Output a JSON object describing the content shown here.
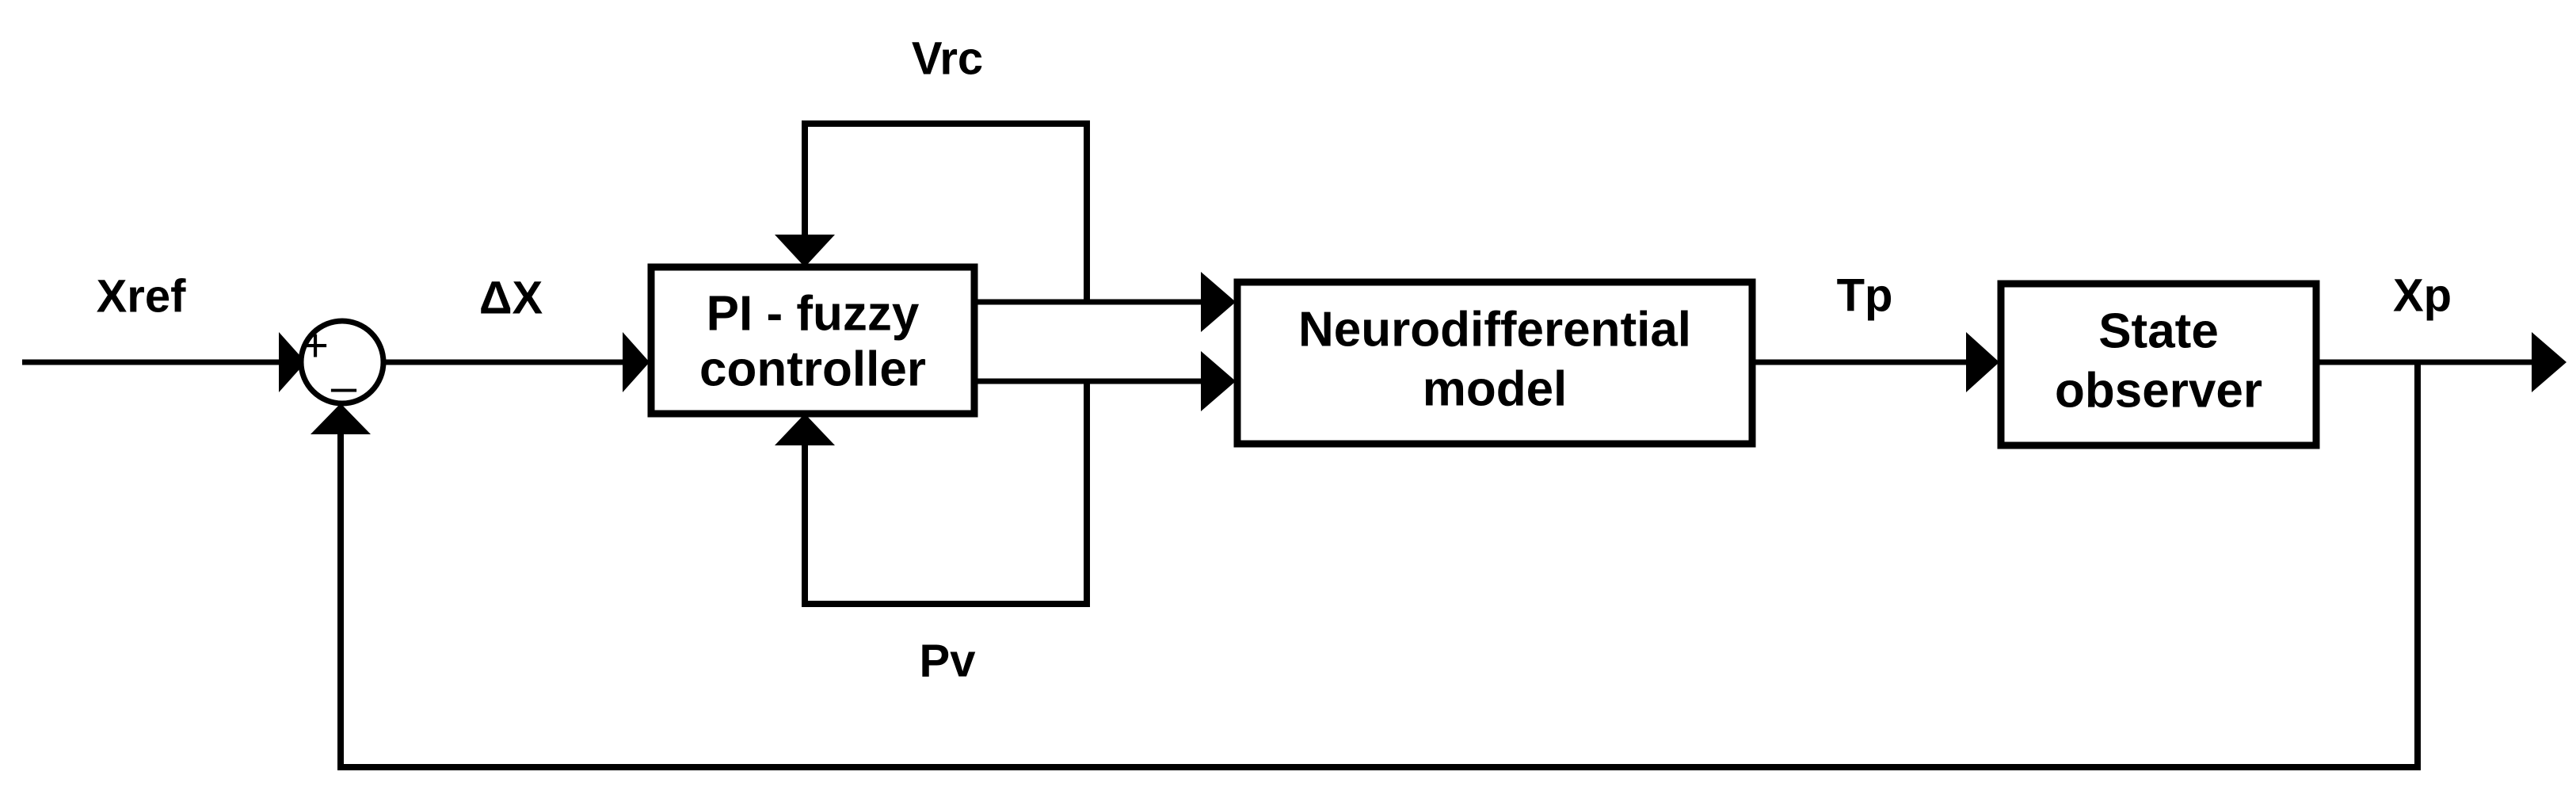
{
  "diagram": {
    "title": "Control system block diagram",
    "type": "block-diagram",
    "background_color": "#ffffff",
    "line_color": "#000000",
    "blocks": [
      {
        "id": "pi-fuzzy-controller",
        "line1": "PI - fuzzy",
        "line2": "controller"
      },
      {
        "id": "neurodifferential-model",
        "line1": "Neurodifferential",
        "line2": "model"
      },
      {
        "id": "state-observer",
        "line1": "State",
        "line2": "observer"
      }
    ],
    "summing_junction": {
      "id": "summing-junction",
      "plus": "+",
      "minus": "–"
    },
    "signals": {
      "reference": "Xref",
      "error": "ΔX",
      "feedback_top": "Vrc",
      "feedback_bottom": "Pv",
      "torque": "Tp",
      "output": "Xp"
    }
  }
}
